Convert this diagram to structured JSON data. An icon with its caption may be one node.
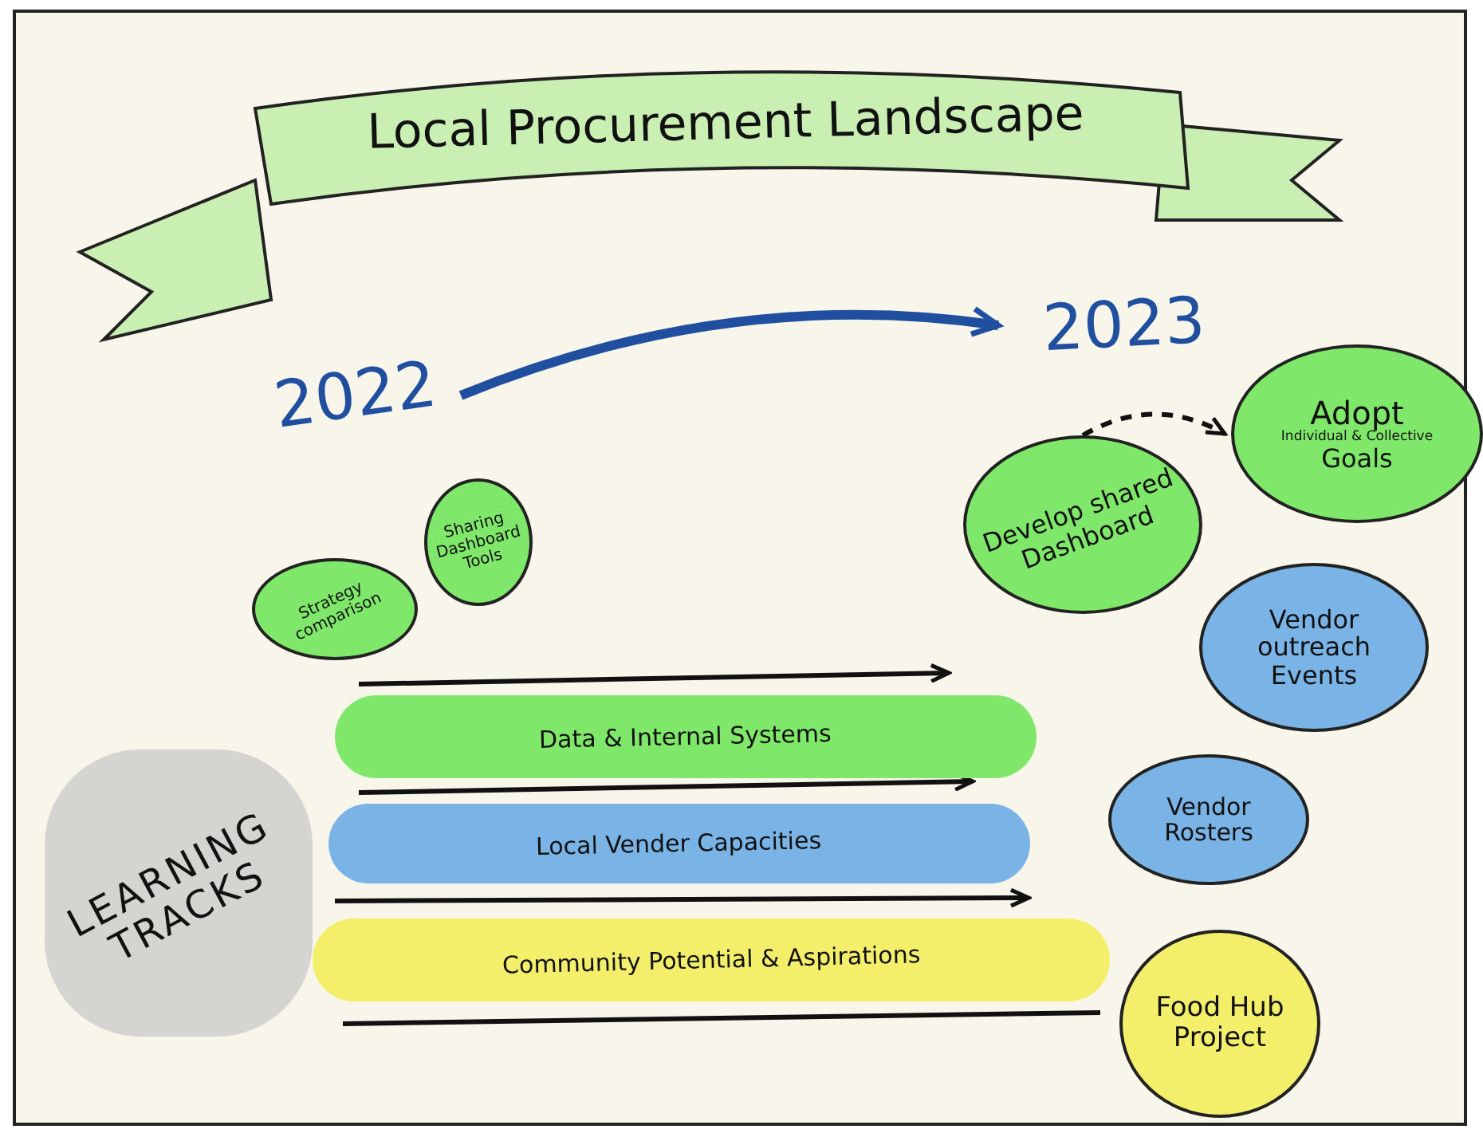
{
  "diagram": {
    "title": "Local Procurement Landscape",
    "nodes": [
      {
        "text": [
          "2022"
        ]
      },
      {
        "text": [
          "2023"
        ]
      },
      {
        "text": [
          "Strategy comparison"
        ]
      },
      {
        "text": [
          "Sharing Dashboard Tools"
        ]
      },
      {
        "text": [
          "Develop shared Dashboard"
        ]
      },
      {
        "text": [
          "Adopt",
          "Individual & Collective",
          "Goals"
        ]
      },
      {
        "text": [
          "Vendor outreach Events"
        ]
      },
      {
        "text": [
          "Vendor Rosters"
        ]
      },
      {
        "text": [
          "Food Hub Project"
        ]
      },
      {
        "text": [
          "Data & Internal Systems"
        ]
      },
      {
        "text": [
          "Local Vender Capacities"
        ]
      },
      {
        "text": [
          "Community Potential & Aspirations"
        ]
      },
      {
        "text": [
          "LEARNING TRACKS"
        ]
      }
    ],
    "edges": [
      {
        "from": 0,
        "to": 1,
        "arrow": "to",
        "color": "#1f4f9e",
        "style": "thick"
      },
      {
        "from": 4,
        "to": 5,
        "arrow": "to",
        "style": "dashed",
        "color": "#111111"
      }
    ]
  }
}
